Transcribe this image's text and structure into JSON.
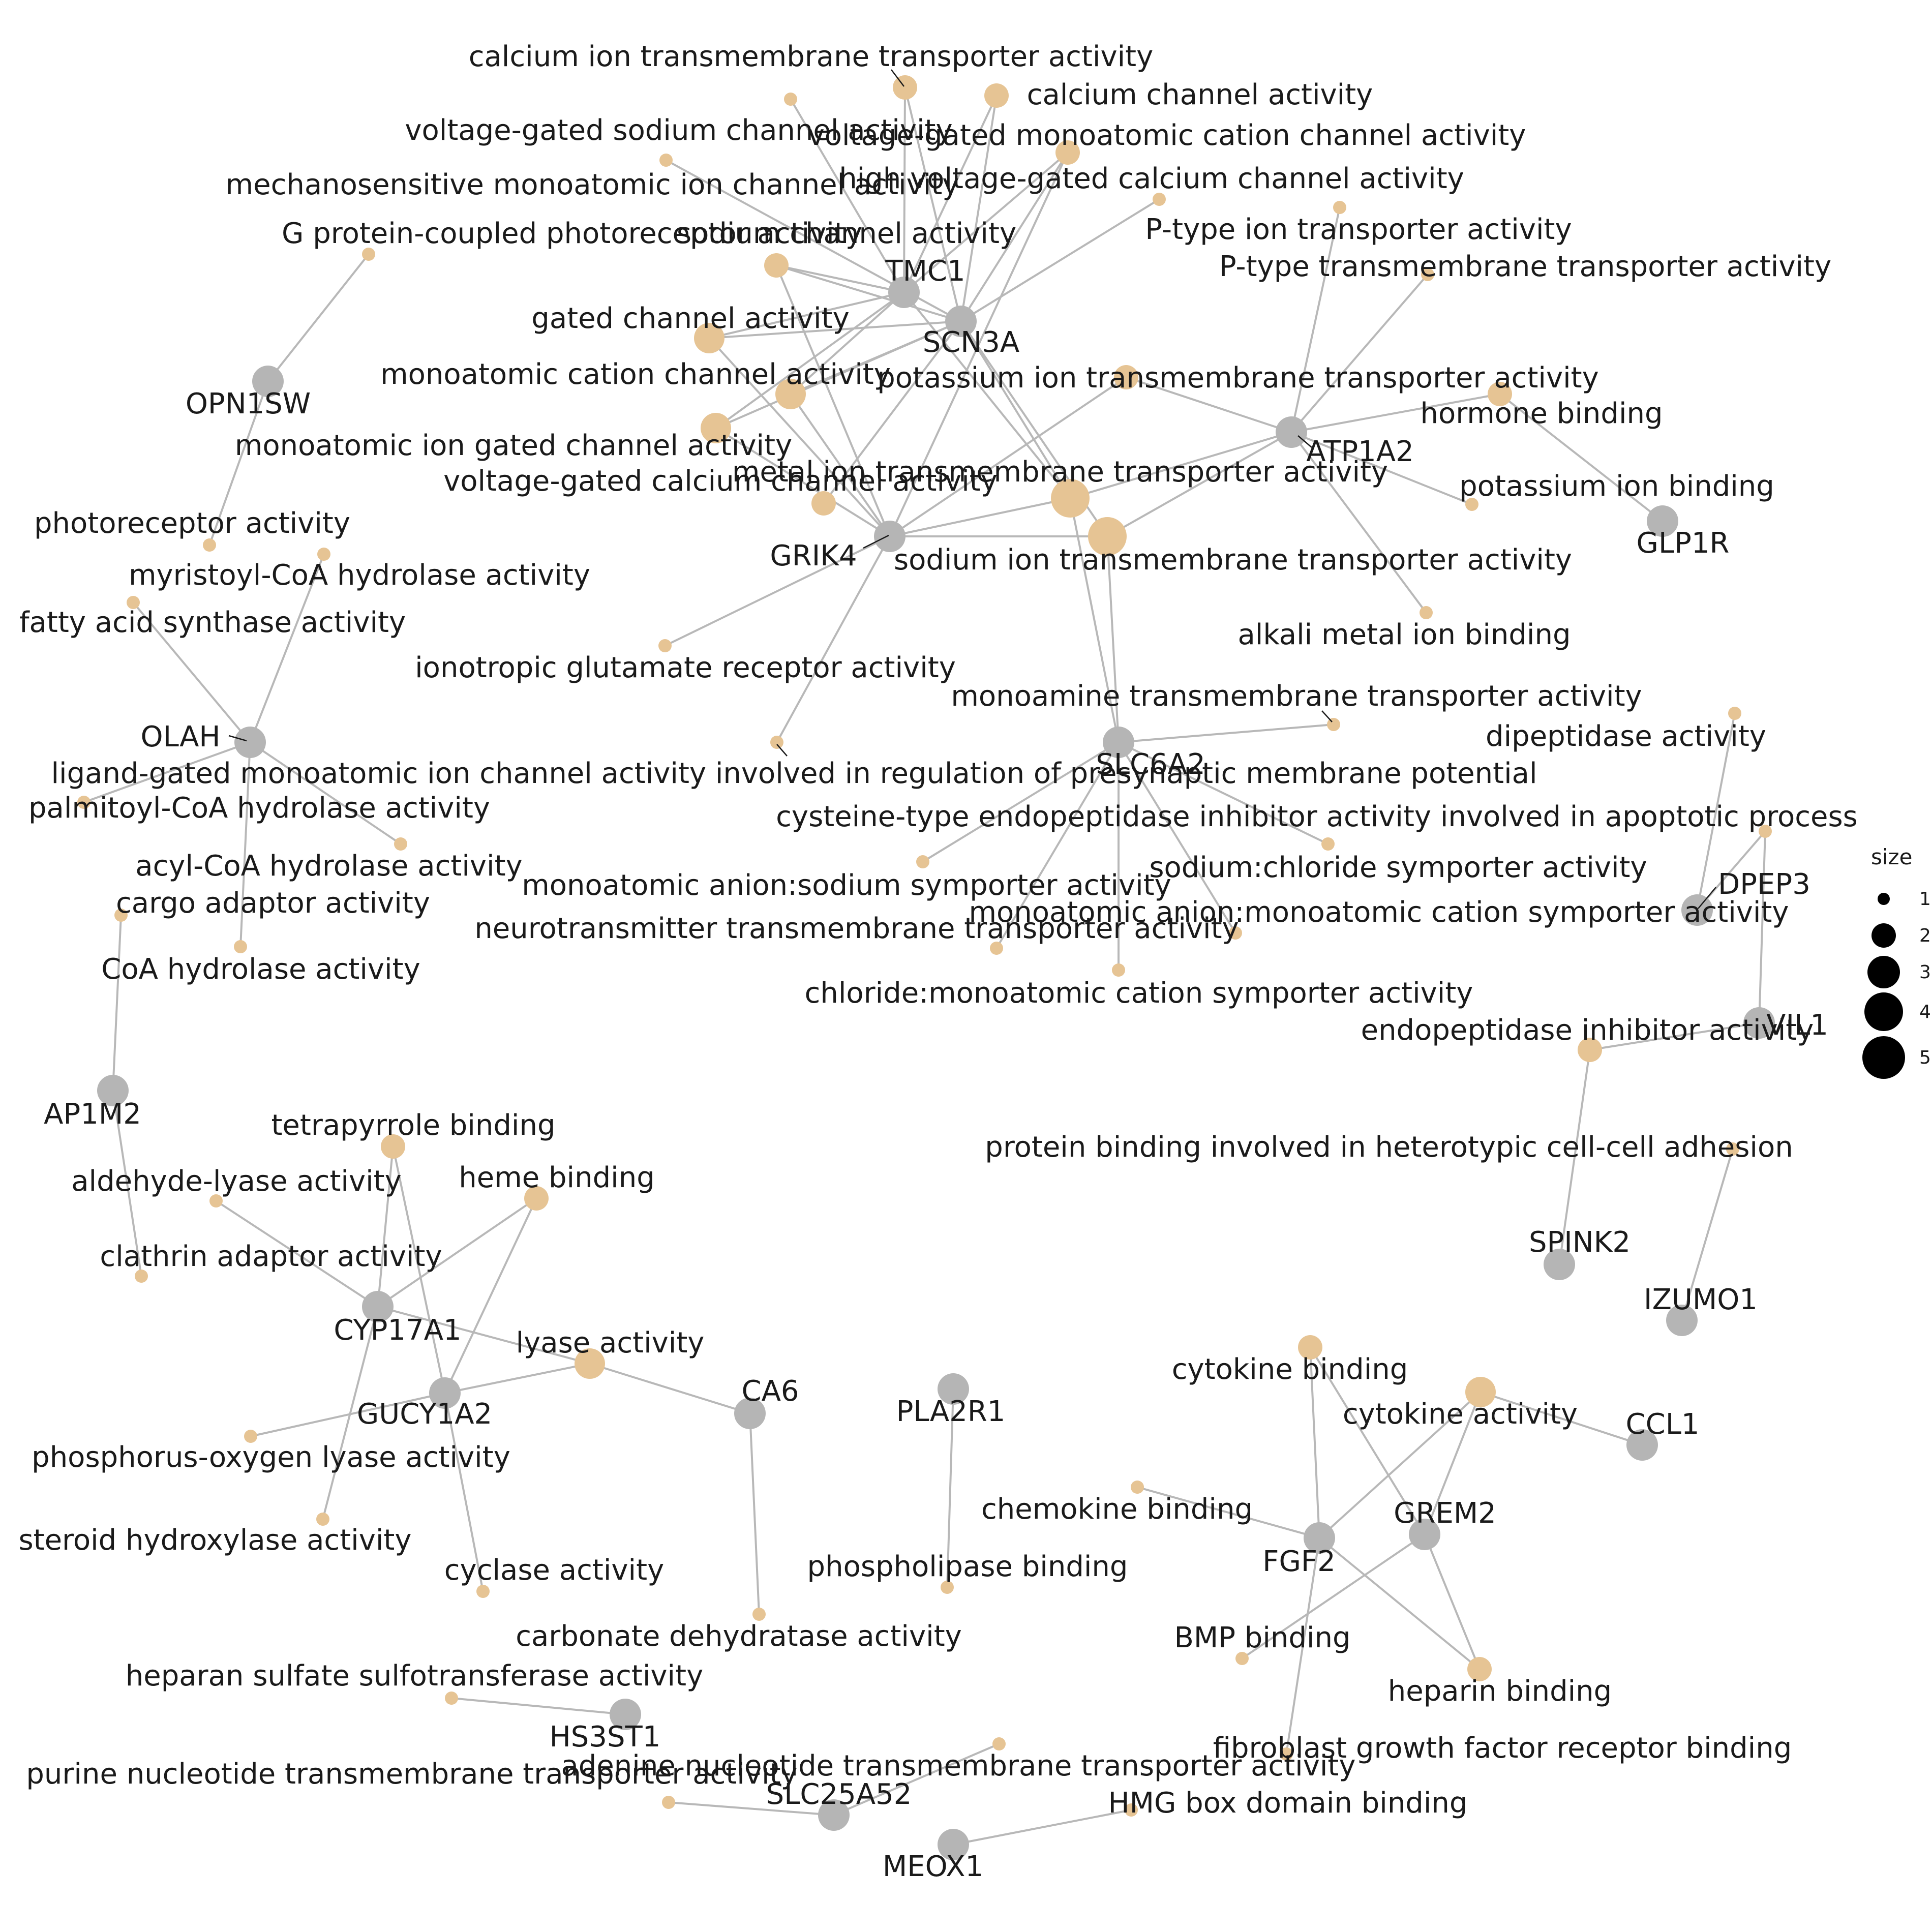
{
  "colors": {
    "gene": "#b5b5b5",
    "term": "#e6c494",
    "edge": "#b8b8b8",
    "text": "#1a1a1a",
    "legend_dot": "#000000"
  },
  "legend": {
    "title": "size",
    "labels": [
      "1",
      "2",
      "3",
      "4",
      "5"
    ]
  },
  "genes": [
    {
      "id": "TMC1",
      "label": "TMC1",
      "size": 3
    },
    {
      "id": "SCN3A",
      "label": "SCN3A",
      "size": 3
    },
    {
      "id": "OPN1SW",
      "label": "OPN1SW",
      "size": 3
    },
    {
      "id": "ATP1A2",
      "label": "ATP1A2",
      "size": 3
    },
    {
      "id": "GRIK4",
      "label": "GRIK4",
      "size": 3
    },
    {
      "id": "GLP1R",
      "label": "GLP1R",
      "size": 3
    },
    {
      "id": "OLAH",
      "label": "OLAH",
      "size": 3
    },
    {
      "id": "SLC6A2",
      "label": "SLC6A2",
      "size": 3
    },
    {
      "id": "DPEP3",
      "label": "DPEP3",
      "size": 3
    },
    {
      "id": "VIL1",
      "label": "VIL1",
      "size": 3
    },
    {
      "id": "AP1M2",
      "label": "AP1M2",
      "size": 3
    },
    {
      "id": "SPINK2",
      "label": "SPINK2",
      "size": 3
    },
    {
      "id": "IZUMO1",
      "label": "IZUMO1",
      "size": 3
    },
    {
      "id": "CYP17A1",
      "label": "CYP17A1",
      "size": 3
    },
    {
      "id": "GUCY1A2",
      "label": "GUCY1A2",
      "size": 3
    },
    {
      "id": "CA6",
      "label": "CA6",
      "size": 3
    },
    {
      "id": "PLA2R1",
      "label": "PLA2R1",
      "size": 3
    },
    {
      "id": "CCL1",
      "label": "CCL1",
      "size": 3
    },
    {
      "id": "GREM2",
      "label": "GREM2",
      "size": 3
    },
    {
      "id": "FGF2",
      "label": "FGF2",
      "size": 3
    },
    {
      "id": "HS3ST1",
      "label": "HS3ST1",
      "size": 3
    },
    {
      "id": "SLC25A52",
      "label": "SLC25A52",
      "size": 3
    },
    {
      "id": "MEOX1",
      "label": "MEOX1",
      "size": 3
    }
  ],
  "terms": [
    {
      "id": "t1",
      "label": "calcium ion transmembrane transporter activity",
      "size": 2
    },
    {
      "id": "t2",
      "label": "calcium channel activity",
      "size": 2
    },
    {
      "id": "t3",
      "label": "voltage-gated sodium channel activity",
      "size": 1
    },
    {
      "id": "t4",
      "label": "voltage-gated monoatomic cation channel activity",
      "size": 2
    },
    {
      "id": "t5",
      "label": "high voltage-gated calcium channel activity",
      "size": 1
    },
    {
      "id": "t6",
      "label": "mechanosensitive monoatomic ion channel activity",
      "size": 1
    },
    {
      "id": "t7",
      "label": "P-type ion transporter activity",
      "size": 1
    },
    {
      "id": "t8",
      "label": "G protein-coupled photoreceptor activity",
      "size": 1
    },
    {
      "id": "t9",
      "label": "sodium channel activity",
      "size": 2
    },
    {
      "id": "t10",
      "label": "P-type transmembrane transporter activity",
      "size": 1
    },
    {
      "id": "t11",
      "label": "gated channel activity",
      "size": 3
    },
    {
      "id": "t12",
      "label": "monoatomic cation channel activity",
      "size": 3
    },
    {
      "id": "t13",
      "label": "potassium ion transmembrane transporter activity",
      "size": 2
    },
    {
      "id": "t14",
      "label": "hormone binding",
      "size": 2
    },
    {
      "id": "t15",
      "label": "monoatomic ion gated channel activity",
      "size": 3
    },
    {
      "id": "t16",
      "label": "metal ion transmembrane transporter activity",
      "size": 4
    },
    {
      "id": "t17",
      "label": "voltage-gated calcium channel activity",
      "size": 2
    },
    {
      "id": "t18",
      "label": "potassium ion binding",
      "size": 1
    },
    {
      "id": "t19",
      "label": "photoreceptor activity",
      "size": 1
    },
    {
      "id": "t20",
      "label": "sodium ion transmembrane transporter activity",
      "size": 4
    },
    {
      "id": "t21",
      "label": "myristoyl-CoA hydrolase activity",
      "size": 1
    },
    {
      "id": "t22",
      "label": "fatty acid synthase activity",
      "size": 1
    },
    {
      "id": "t23",
      "label": "alkali metal ion binding",
      "size": 1
    },
    {
      "id": "t24",
      "label": "ionotropic glutamate receptor activity",
      "size": 1
    },
    {
      "id": "t25",
      "label": "monoamine transmembrane transporter activity",
      "size": 1
    },
    {
      "id": "t26",
      "label": "dipeptidase activity",
      "size": 1
    },
    {
      "id": "t27",
      "label": "ligand-gated monoatomic ion channel activity involved in regulation of presynaptic membrane potential",
      "size": 1
    },
    {
      "id": "t28",
      "label": "palmitoyl-CoA hydrolase activity",
      "size": 1
    },
    {
      "id": "t29",
      "label": "cysteine-type endopeptidase inhibitor activity involved in apoptotic process",
      "size": 1
    },
    {
      "id": "t30",
      "label": "acyl-CoA hydrolase activity",
      "size": 1
    },
    {
      "id": "t31",
      "label": "sodium:chloride symporter activity",
      "size": 1
    },
    {
      "id": "t32",
      "label": "monoatomic anion:sodium symporter activity",
      "size": 1
    },
    {
      "id": "t33",
      "label": "cargo adaptor activity",
      "size": 1
    },
    {
      "id": "t34",
      "label": "monoatomic anion:monoatomic cation symporter activity",
      "size": 1
    },
    {
      "id": "t35",
      "label": "neurotransmitter transmembrane transporter activity",
      "size": 1
    },
    {
      "id": "t36",
      "label": "CoA hydrolase activity",
      "size": 1
    },
    {
      "id": "t37",
      "label": "chloride:monoatomic cation symporter activity",
      "size": 1
    },
    {
      "id": "t38",
      "label": "endopeptidase inhibitor activity",
      "size": 2
    },
    {
      "id": "t39",
      "label": "tetrapyrrole binding",
      "size": 2
    },
    {
      "id": "t40",
      "label": "protein binding involved in heterotypic cell-cell adhesion",
      "size": 1
    },
    {
      "id": "t41",
      "label": "heme binding",
      "size": 2
    },
    {
      "id": "t42",
      "label": "aldehyde-lyase activity",
      "size": 1
    },
    {
      "id": "t43",
      "label": "clathrin adaptor activity",
      "size": 1
    },
    {
      "id": "t44",
      "label": "lyase activity",
      "size": 3
    },
    {
      "id": "t45",
      "label": "cytokine binding",
      "size": 2
    },
    {
      "id": "t46",
      "label": "cytokine activity",
      "size": 3
    },
    {
      "id": "t47",
      "label": "phosphorus-oxygen lyase activity",
      "size": 1
    },
    {
      "id": "t48",
      "label": "chemokine binding",
      "size": 1
    },
    {
      "id": "t49",
      "label": "steroid hydroxylase activity",
      "size": 1
    },
    {
      "id": "t50",
      "label": "cyclase activity",
      "size": 1
    },
    {
      "id": "t51",
      "label": "phospholipase binding",
      "size": 1
    },
    {
      "id": "t52",
      "label": "carbonate dehydratase activity",
      "size": 1
    },
    {
      "id": "t53",
      "label": "BMP binding",
      "size": 1
    },
    {
      "id": "t54",
      "label": "heparin binding",
      "size": 2
    },
    {
      "id": "t55",
      "label": "heparan sulfate sulfotransferase activity",
      "size": 1
    },
    {
      "id": "t56",
      "label": "fibroblast growth factor receptor binding",
      "size": 1
    },
    {
      "id": "t57",
      "label": "adenine nucleotide transmembrane transporter activity",
      "size": 1
    },
    {
      "id": "t58",
      "label": "purine nucleotide transmembrane transporter activity",
      "size": 1
    },
    {
      "id": "t59",
      "label": "HMG box domain binding",
      "size": 1
    }
  ],
  "edges": [
    [
      "TMC1",
      "t1"
    ],
    [
      "TMC1",
      "t2"
    ],
    [
      "TMC1",
      "t6"
    ],
    [
      "TMC1",
      "t9"
    ],
    [
      "TMC1",
      "t11"
    ],
    [
      "TMC1",
      "t12"
    ],
    [
      "TMC1",
      "t15"
    ],
    [
      "TMC1",
      "t16"
    ],
    [
      "TMC1",
      "t4"
    ],
    [
      "SCN3A",
      "t3"
    ],
    [
      "SCN3A",
      "t4"
    ],
    [
      "SCN3A",
      "t5"
    ],
    [
      "SCN3A",
      "t2"
    ],
    [
      "SCN3A",
      "t1"
    ],
    [
      "SCN3A",
      "t9"
    ],
    [
      "SCN3A",
      "t11"
    ],
    [
      "SCN3A",
      "t12"
    ],
    [
      "SCN3A",
      "t15"
    ],
    [
      "SCN3A",
      "t16"
    ],
    [
      "SCN3A",
      "t20"
    ],
    [
      "SCN3A",
      "t17"
    ],
    [
      "GRIK4",
      "t9"
    ],
    [
      "GRIK4",
      "t11"
    ],
    [
      "GRIK4",
      "t12"
    ],
    [
      "GRIK4",
      "t15"
    ],
    [
      "GRIK4",
      "t16"
    ],
    [
      "GRIK4",
      "t20"
    ],
    [
      "GRIK4",
      "t13"
    ],
    [
      "GRIK4",
      "t24"
    ],
    [
      "GRIK4",
      "t27"
    ],
    [
      "GRIK4",
      "t4"
    ],
    [
      "ATP1A2",
      "t7"
    ],
    [
      "ATP1A2",
      "t10"
    ],
    [
      "ATP1A2",
      "t13"
    ],
    [
      "ATP1A2",
      "t14"
    ],
    [
      "ATP1A2",
      "t16"
    ],
    [
      "ATP1A2",
      "t20"
    ],
    [
      "ATP1A2",
      "t18"
    ],
    [
      "ATP1A2",
      "t23"
    ],
    [
      "GLP1R",
      "t14"
    ],
    [
      "OPN1SW",
      "t8"
    ],
    [
      "OPN1SW",
      "t19"
    ],
    [
      "OLAH",
      "t21"
    ],
    [
      "OLAH",
      "t22"
    ],
    [
      "OLAH",
      "t28"
    ],
    [
      "OLAH",
      "t30"
    ],
    [
      "OLAH",
      "t36"
    ],
    [
      "SLC6A2",
      "t16"
    ],
    [
      "SLC6A2",
      "t20"
    ],
    [
      "SLC6A2",
      "t25"
    ],
    [
      "SLC6A2",
      "t31"
    ],
    [
      "SLC6A2",
      "t32"
    ],
    [
      "SLC6A2",
      "t34"
    ],
    [
      "SLC6A2",
      "t35"
    ],
    [
      "SLC6A2",
      "t37"
    ],
    [
      "DPEP3",
      "t26"
    ],
    [
      "DPEP3",
      "t29"
    ],
    [
      "VIL1",
      "t29"
    ],
    [
      "VIL1",
      "t38"
    ],
    [
      "SPINK2",
      "t38"
    ],
    [
      "IZUMO1",
      "t40"
    ],
    [
      "AP1M2",
      "t33"
    ],
    [
      "AP1M2",
      "t43"
    ],
    [
      "CYP17A1",
      "t39"
    ],
    [
      "CYP17A1",
      "t41"
    ],
    [
      "CYP17A1",
      "t42"
    ],
    [
      "CYP17A1",
      "t44"
    ],
    [
      "CYP17A1",
      "t49"
    ],
    [
      "GUCY1A2",
      "t39"
    ],
    [
      "GUCY1A2",
      "t41"
    ],
    [
      "GUCY1A2",
      "t44"
    ],
    [
      "GUCY1A2",
      "t47"
    ],
    [
      "GUCY1A2",
      "t50"
    ],
    [
      "CA6",
      "t44"
    ],
    [
      "CA6",
      "t52"
    ],
    [
      "PLA2R1",
      "t51"
    ],
    [
      "FGF2",
      "t45"
    ],
    [
      "FGF2",
      "t46"
    ],
    [
      "FGF2",
      "t48"
    ],
    [
      "FGF2",
      "t54"
    ],
    [
      "FGF2",
      "t56"
    ],
    [
      "GREM2",
      "t45"
    ],
    [
      "GREM2",
      "t46"
    ],
    [
      "GREM2",
      "t53"
    ],
    [
      "GREM2",
      "t54"
    ],
    [
      "CCL1",
      "t46"
    ],
    [
      "HS3ST1",
      "t55"
    ],
    [
      "SLC25A52",
      "t57"
    ],
    [
      "SLC25A52",
      "t58"
    ],
    [
      "MEOX1",
      "t59"
    ]
  ]
}
